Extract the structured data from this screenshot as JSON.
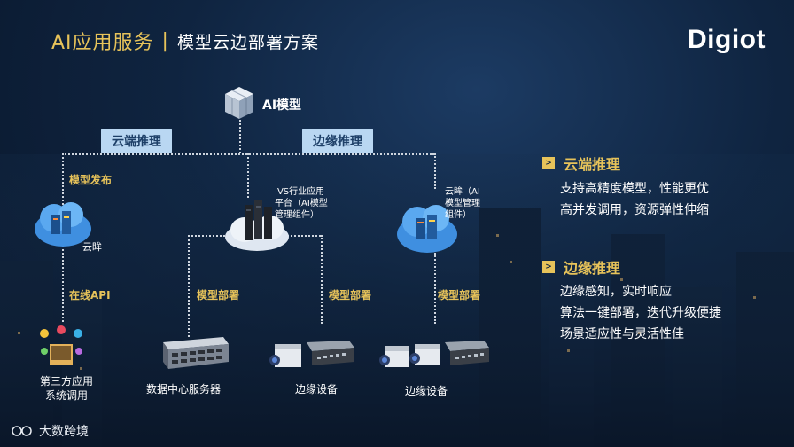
{
  "header": {
    "title_accent": "AI应用服务",
    "separator": "|",
    "title": "模型云边部署方案"
  },
  "logo": {
    "text": "Digiot"
  },
  "diagram": {
    "top_node": "AI模型",
    "tag_cloud": "云端推理",
    "tag_edge": "边缘推理",
    "model_publish": "模型发布",
    "yunmou_left": "云眸",
    "online_api": "在线API",
    "third_party": [
      "第三方应用",
      "系统调用"
    ],
    "ivs_platform": [
      "IVS行业应用",
      "平台（AI模型",
      "管理组件）"
    ],
    "yunmou_right": [
      "云眸（AI",
      "模型管理",
      "组件）"
    ],
    "deploy_1": "模型部署",
    "deploy_2": "模型部署",
    "deploy_3": "模型部署",
    "server_label": "数据中心服务器",
    "edge_label_1": "边缘设备",
    "edge_label_2": "边缘设备"
  },
  "right_panel": {
    "cloud_title": "云端推理",
    "cloud_lines": [
      "支持高精度模型，性能更优",
      "高并发调用，资源弹性伸缩"
    ],
    "edge_title": "边缘推理",
    "edge_lines": [
      "边缘感知，实时响应",
      "算法一键部署，迭代升级便捷",
      "场景适应性与灵活性佳"
    ]
  },
  "footer": {
    "brand": "大数跨境"
  },
  "colors": {
    "accent": "#e7c35a",
    "background": "#0f2440",
    "tag_bg": "#b9d7f2"
  }
}
